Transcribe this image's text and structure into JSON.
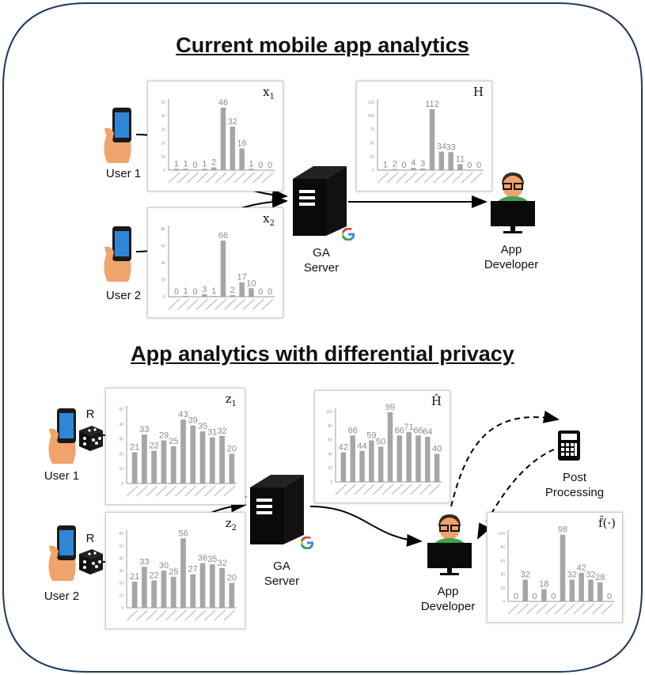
{
  "sections": {
    "top_title": "Current mobile app analytics",
    "bottom_title": "App analytics with differential privacy"
  },
  "labels": {
    "top_user1": "User 1",
    "top_user2": "User 2",
    "top_server": [
      "GA",
      "Server"
    ],
    "top_developer": [
      "App",
      "Developer"
    ],
    "bottom_user1": "User 1",
    "bottom_user2": "User 2",
    "randomizer_r": "R",
    "bottom_server": [
      "GA",
      "Server"
    ],
    "bottom_developer": [
      "App",
      "Developer"
    ],
    "post_processing": [
      "Post",
      "Processing"
    ]
  },
  "panel_tags": {
    "x1": "x",
    "x1_sub": "1",
    "x2": "x",
    "x2_sub": "2",
    "h": "H",
    "z1": "z",
    "z1_sub": "1",
    "z2": "z",
    "z2_sub": "2",
    "h_hat": "Ĥ",
    "f_hat": "f̂(·)"
  },
  "colors": {
    "bar": "#a6a6a6",
    "value_label": "#8c8c8c",
    "border": "#1f3864",
    "user_skin": "#f0a36a",
    "phone_screen": "#2f86d6"
  },
  "chart_data": [
    {
      "id": "x1",
      "type": "bar",
      "ylim": [
        0,
        50
      ],
      "yticks": [
        0,
        10,
        20,
        30,
        40,
        50
      ],
      "values": [
        1,
        1,
        0,
        1,
        2,
        46,
        32,
        16,
        1,
        0,
        0
      ]
    },
    {
      "id": "x2",
      "type": "bar",
      "ylim": [
        0,
        80
      ],
      "yticks": [
        0,
        20,
        40,
        60,
        80
      ],
      "values": [
        0,
        1,
        0,
        3,
        1,
        66,
        2,
        17,
        10,
        0,
        0
      ]
    },
    {
      "id": "H",
      "type": "bar",
      "ylim": [
        0,
        125
      ],
      "yticks": [
        0,
        25,
        50,
        75,
        100,
        125
      ],
      "values": [
        1,
        2,
        0,
        4,
        3,
        112,
        34,
        33,
        11,
        0,
        0
      ]
    },
    {
      "id": "z1",
      "type": "bar",
      "ylim": [
        0,
        50
      ],
      "yticks": [
        0,
        10,
        20,
        30,
        40,
        50
      ],
      "values": [
        21,
        33,
        22,
        29,
        25,
        43,
        39,
        35,
        31,
        32,
        20
      ]
    },
    {
      "id": "z2",
      "type": "bar",
      "ylim": [
        0,
        60
      ],
      "yticks": [
        0,
        10,
        20,
        30,
        40,
        50,
        60
      ],
      "values": [
        21,
        33,
        22,
        30,
        25,
        56,
        27,
        36,
        35,
        32,
        20
      ]
    },
    {
      "id": "H_hat",
      "type": "bar",
      "ylim": [
        0,
        100
      ],
      "yticks": [
        0,
        20,
        40,
        60,
        80,
        100
      ],
      "values": [
        42,
        66,
        44,
        59,
        50,
        99,
        66,
        71,
        66,
        64,
        40
      ]
    },
    {
      "id": "f_hat",
      "type": "bar",
      "ylim": [
        0,
        100
      ],
      "yticks": [
        0,
        20,
        40,
        60,
        80,
        100
      ],
      "values": [
        0,
        32,
        0,
        18,
        0,
        98,
        32,
        42,
        32,
        28,
        0
      ]
    }
  ]
}
